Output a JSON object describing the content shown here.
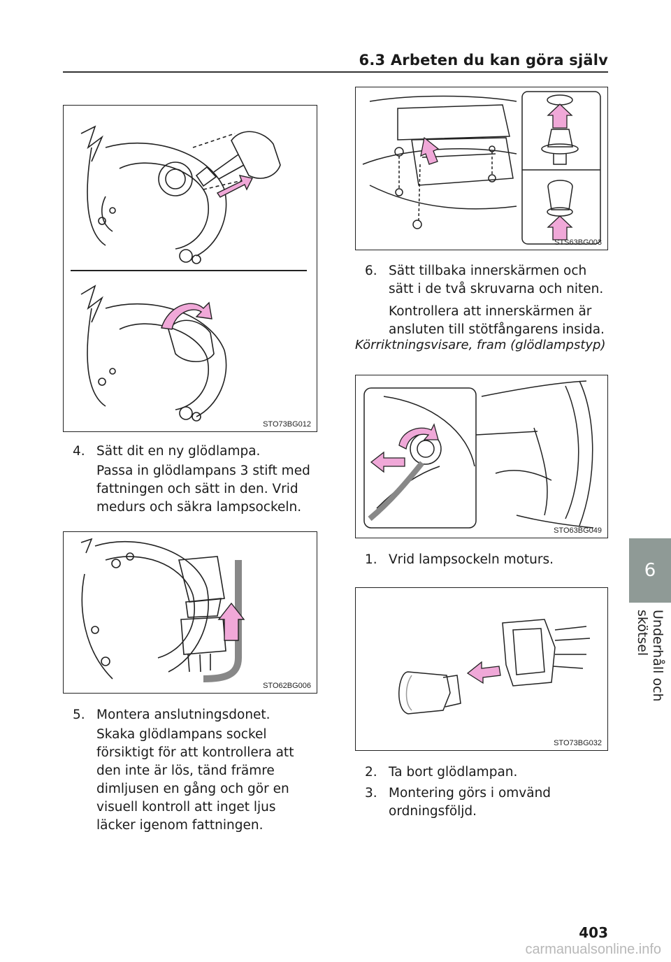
{
  "header": {
    "title": "6.3  Arbeten du kan göra själv"
  },
  "figures": {
    "fig1": {
      "code": "STO73BG012"
    },
    "fig2": {
      "code": "STO62BG006"
    },
    "fig3": {
      "code": "STS63BG003"
    },
    "fig4": {
      "code": "STO63BG049"
    },
    "fig5": {
      "code": "STO73BG032"
    }
  },
  "left_steps": [
    {
      "num": "4.",
      "text": "Sätt dit en ny glödlampa.",
      "sub": "Passa in glödlampans 3 stift med fattningen och sätt in den. Vrid medurs och säkra lampsockeln."
    },
    {
      "num": "5.",
      "text": "Montera anslutningsdonet.",
      "sub": "Skaka glödlampans sockel försiktigt för att kontrollera att den inte är lös, tänd främre dimljusen en gång och gör en visuell kontroll att inget ljus läcker igenom fattningen."
    }
  ],
  "right_steps": {
    "step6": {
      "num": "6.",
      "text": "Sätt tillbaka innerskärmen och sätt i de två skruvarna och niten.",
      "sub": "Kontrollera att innerskärmen är ansluten till stötfångarens insida."
    },
    "section_heading": "Körriktningsvisare, fram (glödlampstyp)",
    "step1": {
      "num": "1.",
      "text": "Vrid lampsockeln moturs."
    },
    "step2": {
      "num": "2.",
      "text": "Ta bort glödlampan."
    },
    "step3": {
      "num": "3.",
      "text": "Montering görs i omvänd ordningsföljd."
    }
  },
  "side_tab": {
    "number": "6",
    "label": "Underhåll och skötsel"
  },
  "page_number": "403",
  "watermark": "carmanualsonline.info",
  "colors": {
    "arrow": "#f0a8d8",
    "tab": "#8f9a96",
    "line": "#222222"
  }
}
